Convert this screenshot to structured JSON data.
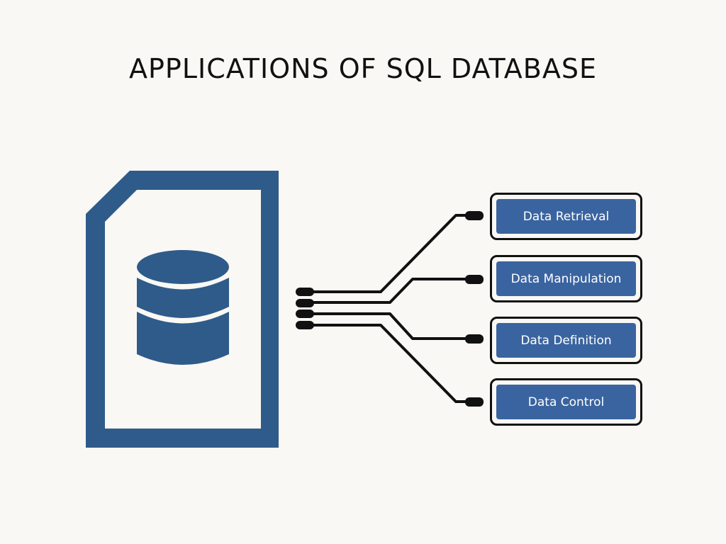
{
  "title": "APPLICATIONS OF SQL DATABASE",
  "colors": {
    "primary": "#2f5b8a",
    "box_fill": "#3a64a0",
    "line": "#111111",
    "background": "#f9f8f4"
  },
  "icon": "database-document-icon",
  "applications": [
    {
      "label": "Data Retrieval"
    },
    {
      "label": "Data Manipulation"
    },
    {
      "label": "Data Definition"
    },
    {
      "label": "Data Control"
    }
  ]
}
